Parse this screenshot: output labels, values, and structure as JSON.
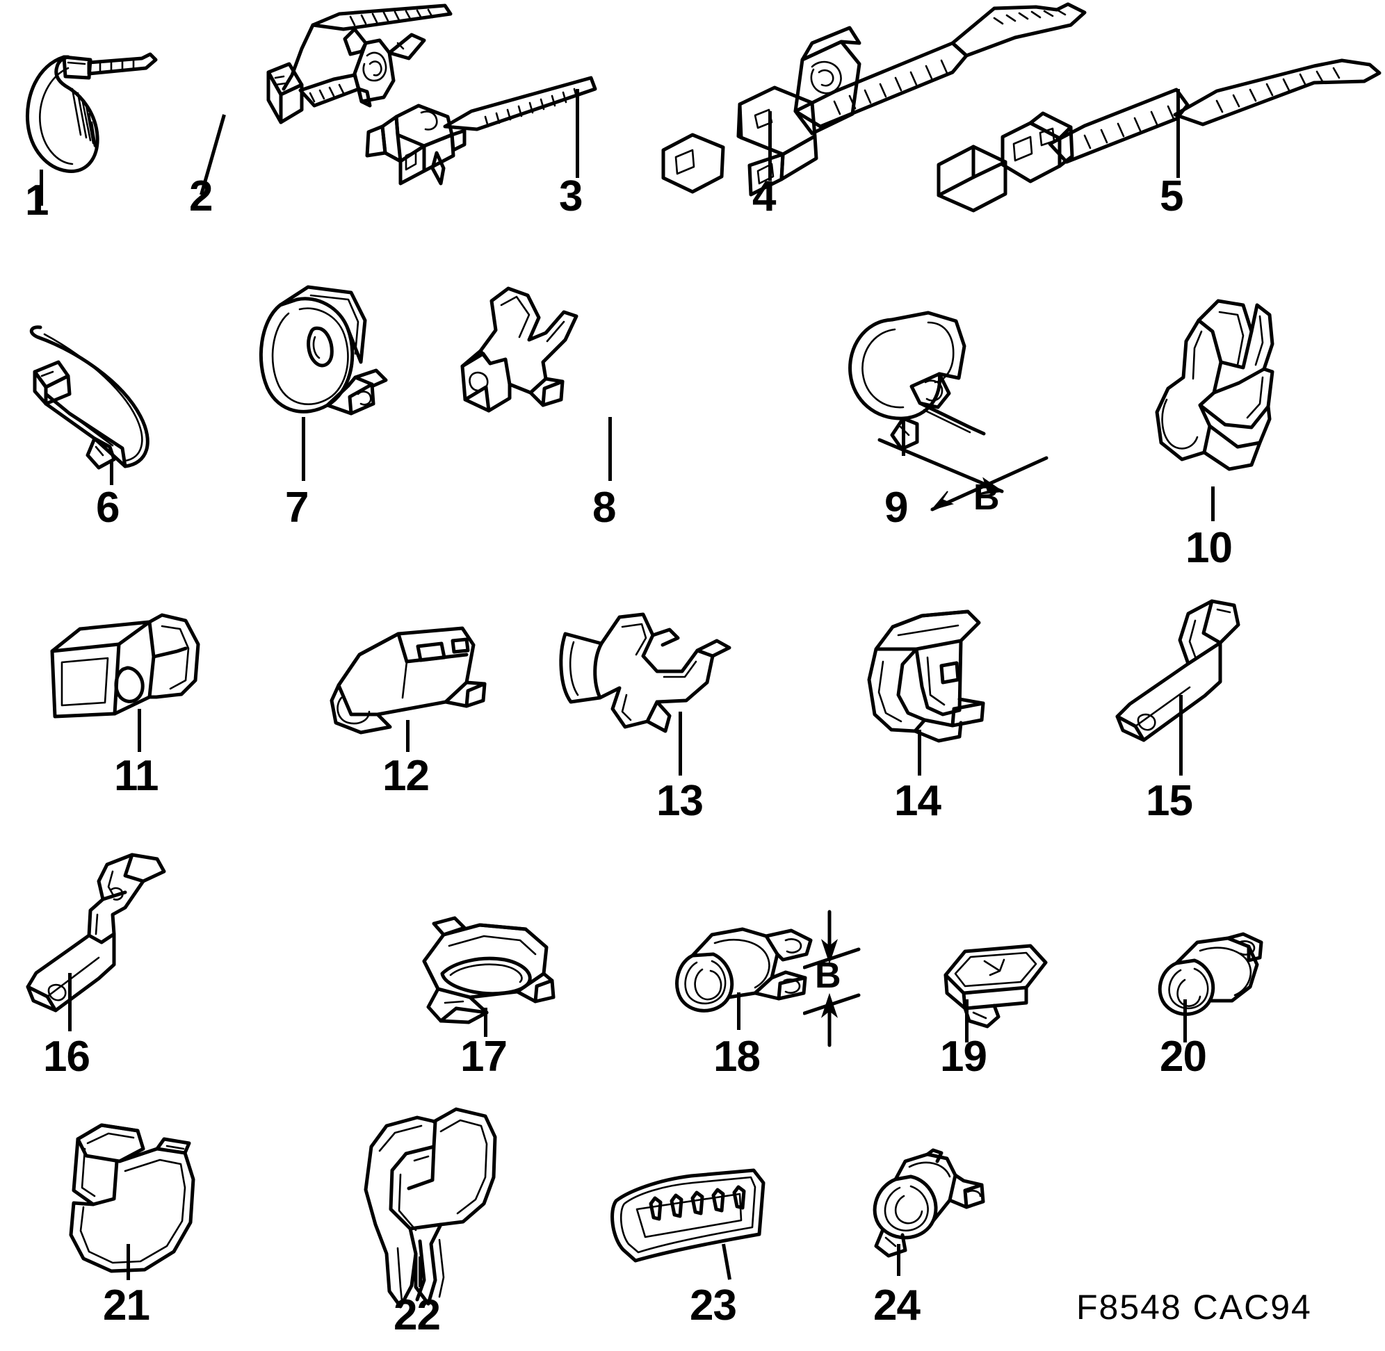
{
  "figure": {
    "kind": "technical-parts-illustration",
    "title": "",
    "reference_code": "F8548 CAC94",
    "background_color": "#ffffff",
    "line_color": "#000000",
    "callout_count": 24
  },
  "annotations": [
    {
      "id": "B-9",
      "text": "B",
      "attached_to": "9",
      "style": "dimension-arrows"
    },
    {
      "id": "B-18",
      "text": "B",
      "attached_to": "18",
      "style": "dimension-arrows"
    }
  ],
  "parts": [
    {
      "num": "1",
      "name": "cable-tie-looped-with-push-pin",
      "row": 1,
      "col": 1
    },
    {
      "num": "2",
      "name": "cable-tie-with-saddle-mount-clip",
      "row": 1,
      "col": 2
    },
    {
      "num": "3",
      "name": "cable-tie-with-fir-tree-clip",
      "row": 1,
      "col": 3
    },
    {
      "num": "4",
      "name": "cable-tie-with-square-block-retainer",
      "row": 1,
      "col": 4
    },
    {
      "num": "5",
      "name": "cable-tie-with-box-bracket",
      "row": 1,
      "col": 5
    },
    {
      "num": "6",
      "name": "flexible-strap-clamp",
      "row": 2,
      "col": 1
    },
    {
      "num": "7",
      "name": "oval-cable-clamp",
      "row": 2,
      "col": 2
    },
    {
      "num": "8",
      "name": "spring-steel-cable-clip",
      "row": 2,
      "col": 3
    },
    {
      "num": "9",
      "name": "round-hose-clip-with-tab",
      "row": 2,
      "col": 4
    },
    {
      "num": "10",
      "name": "double-prong-spring-clip",
      "row": 2,
      "col": 5
    },
    {
      "num": "11",
      "name": "square-body-retainer-clip",
      "row": 3,
      "col": 1
    },
    {
      "num": "12",
      "name": "u-shaped-panel-clip",
      "row": 3,
      "col": 2
    },
    {
      "num": "13",
      "name": "cross-shaped-spring-clip",
      "row": 3,
      "col": 3
    },
    {
      "num": "14",
      "name": "bracket-mount-cable-clip",
      "row": 3,
      "col": 4
    },
    {
      "num": "15",
      "name": "flat-blade-clip-with-eyelet",
      "row": 3,
      "col": 5
    },
    {
      "num": "16",
      "name": "angled-flat-blade-clip",
      "row": 4,
      "col": 1
    },
    {
      "num": "17",
      "name": "folded-strap-cable-clip",
      "row": 4,
      "col": 2
    },
    {
      "num": "18",
      "name": "p-clip-with-mounting-tabs",
      "row": 4,
      "col": 3
    },
    {
      "num": "19",
      "name": "flat-spring-nut",
      "row": 4,
      "col": 4
    },
    {
      "num": "20",
      "name": "small-p-clip",
      "row": 4,
      "col": 5
    },
    {
      "num": "21",
      "name": "large-hook-cable-clip",
      "row": 5,
      "col": 1
    },
    {
      "num": "22",
      "name": "twin-jaw-harness-clip",
      "row": 5,
      "col": 2
    },
    {
      "num": "23",
      "name": "multi-slot-retainer-plate",
      "row": 5,
      "col": 3
    },
    {
      "num": "24",
      "name": "round-hose-clamp-clip",
      "row": 5,
      "col": 4
    }
  ]
}
